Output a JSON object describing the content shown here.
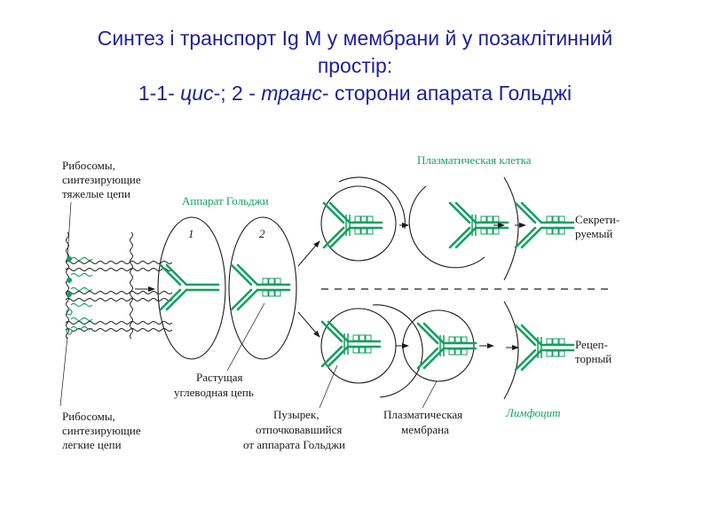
{
  "title": {
    "line1": "Синтез і транспорт Ig M у мембрани й у позаклітинний",
    "line2": "простір:",
    "line3_part1": "1-1- ",
    "line3_cis": "цис",
    "line3_part2": "-; 2 - ",
    "line3_trans": "транс",
    "line3_part3": "- сторони апарата Гольджі"
  },
  "labels": {
    "ribo_heavy": [
      "Рибосомы,",
      "синтезирующие",
      "тяжелые цепи"
    ],
    "ribo_light": [
      "Рибосомы,",
      "синтезирующие",
      "легкие цепи"
    ],
    "golgi": "Аппарат Гольджи",
    "golgi_num1": "1",
    "golgi_num2": "2",
    "plasma_cell": "Плазматическая клетка",
    "secreted": [
      "Секрети-",
      "руемый"
    ],
    "receptor": [
      "Рецеп-",
      "торный"
    ],
    "growing_chain": [
      "Растущая",
      "углеводная цепь"
    ],
    "vesicle": [
      "Пузырек,",
      "отпочковавшийся",
      "от аппарата Гольджи"
    ],
    "plasma_membrane": [
      "Плазматическая",
      "мембрана"
    ],
    "lymphocyte": "Лимфоцит"
  },
  "colors": {
    "title": "#1f1f99",
    "accent_green": "#11a061",
    "line": "#1a1a1a"
  }
}
